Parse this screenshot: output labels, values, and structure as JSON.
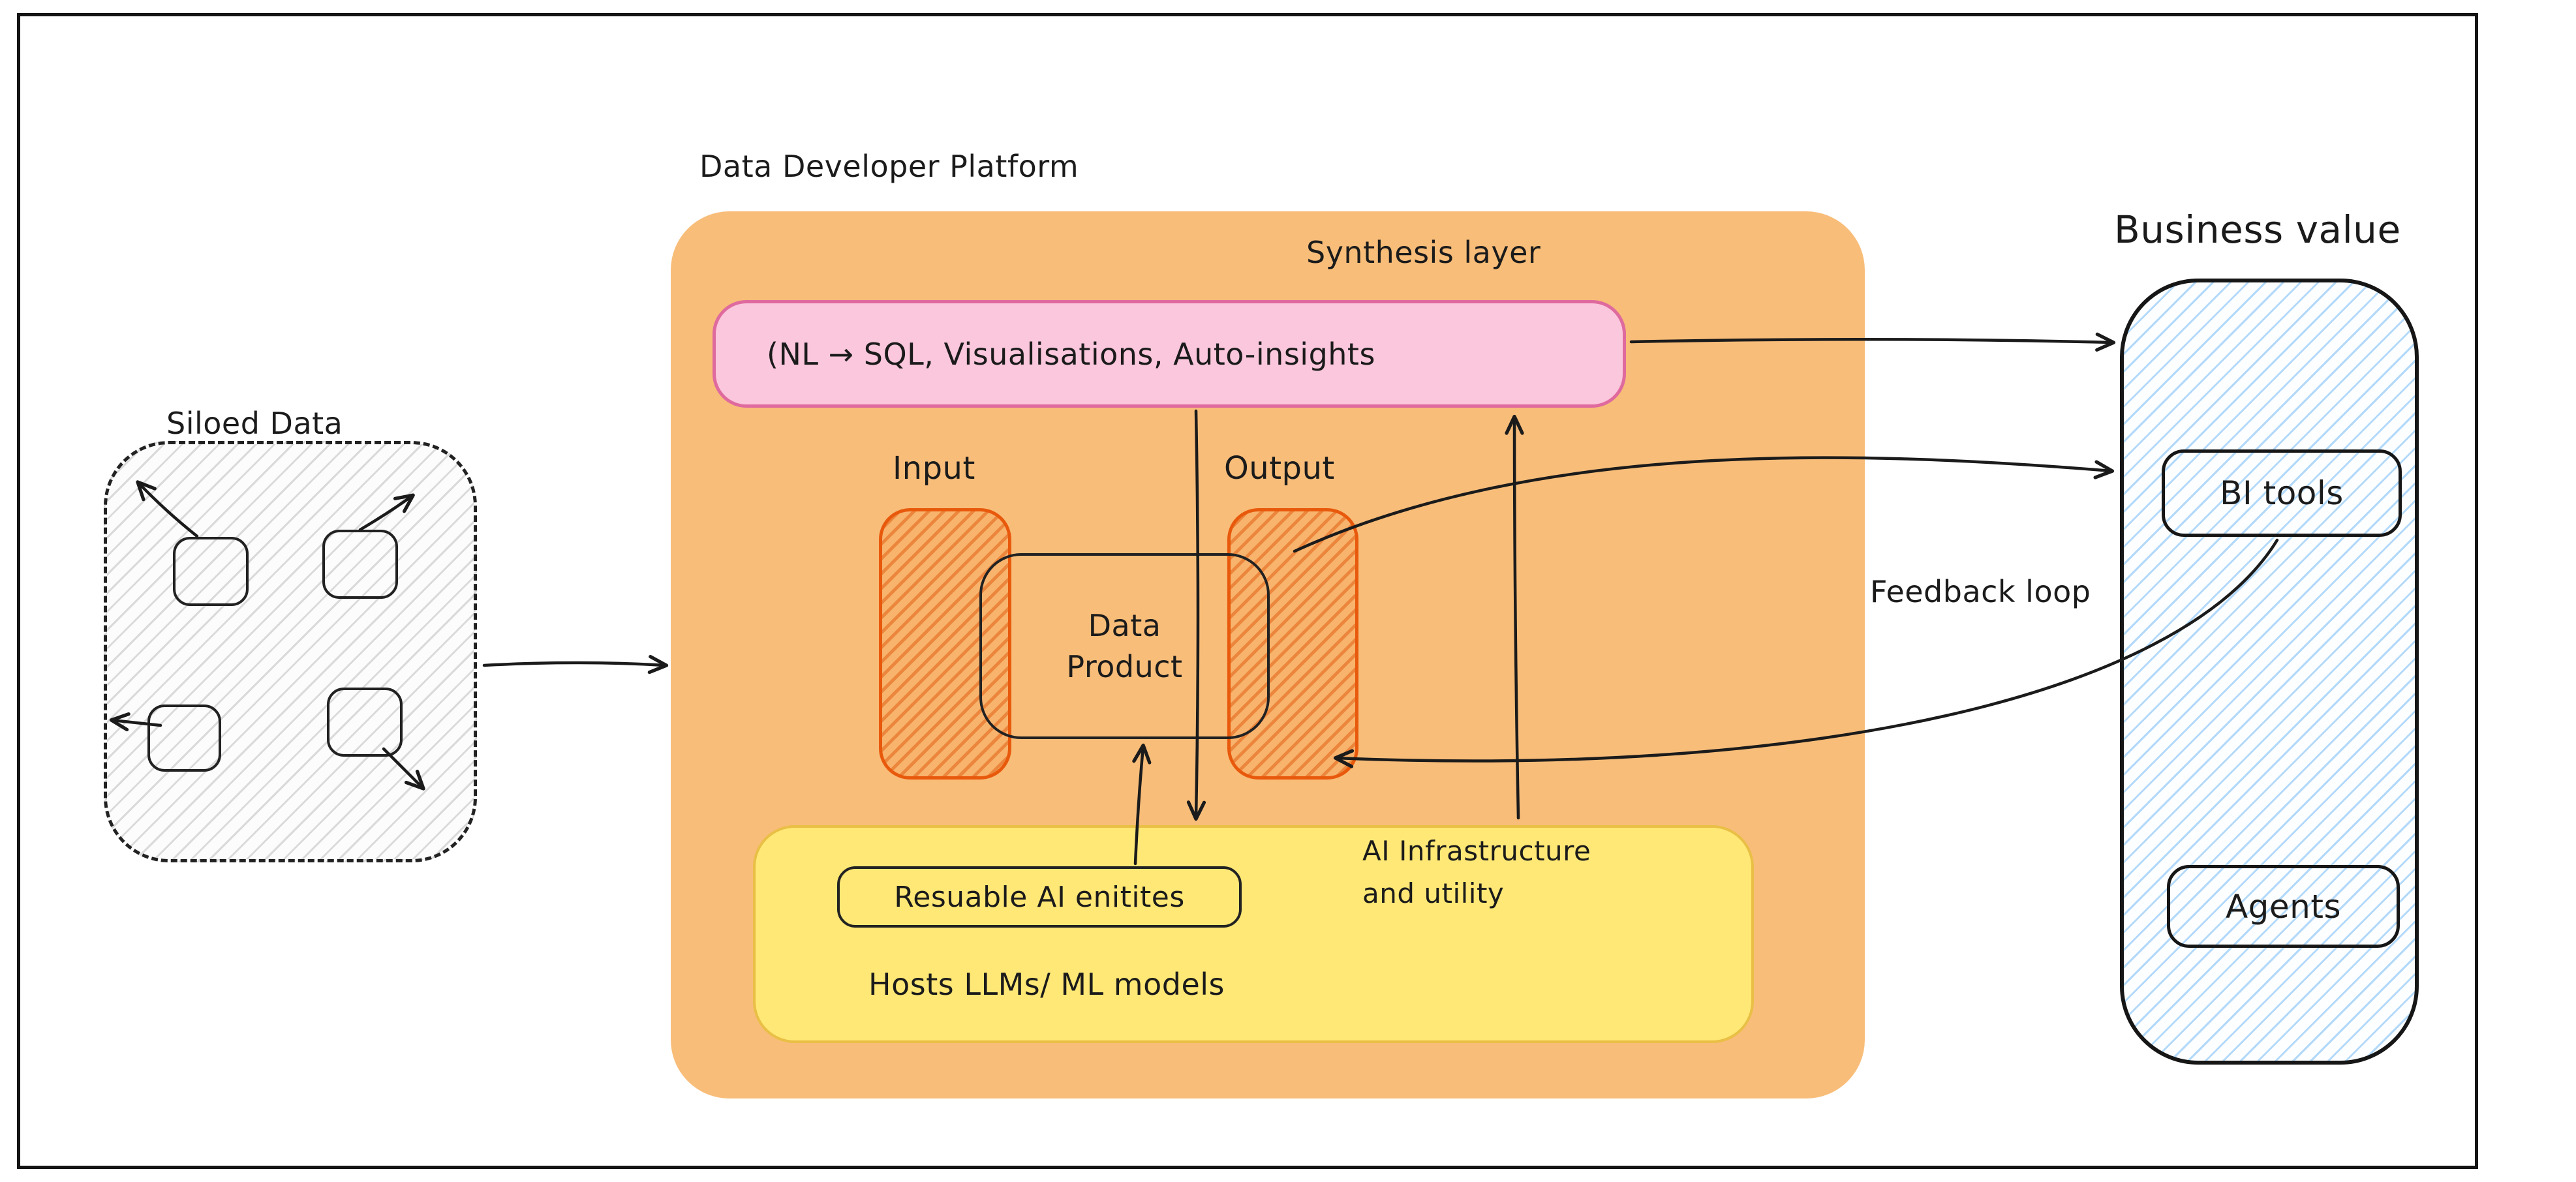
{
  "siloed": {
    "title": "Siloed Data"
  },
  "platform": {
    "title": "Data Developer Platform",
    "synthesis_label": "Synthesis layer",
    "synthesis_text": "(NL → SQL, Visualisations, Auto-insights",
    "input_label": "Input",
    "output_label": "Output",
    "data_product_line1": "Data",
    "data_product_line2": "Product",
    "ai_infra_line1": "AI Infrastructure",
    "ai_infra_line2": "and utility",
    "ai_hub": {
      "reusable_entities": "Resuable AI enitites",
      "hosts": "Hosts LLMs/ ML models"
    }
  },
  "business": {
    "title": "Business value",
    "bi_tools": "BI tools",
    "agents": "Agents"
  },
  "labels": {
    "feedback_loop": "Feedback loop"
  },
  "colors": {
    "platform_fill": "#f8bd79",
    "synthesis_fill": "#fac7dc",
    "synthesis_stroke": "#df6a9e",
    "io_stroke": "#e8590c",
    "ai_hub_fill": "#ffe876",
    "ai_hub_stroke": "#e9bf45",
    "business_hatch": "#68b4f4",
    "ink": "#1b1b1b"
  }
}
